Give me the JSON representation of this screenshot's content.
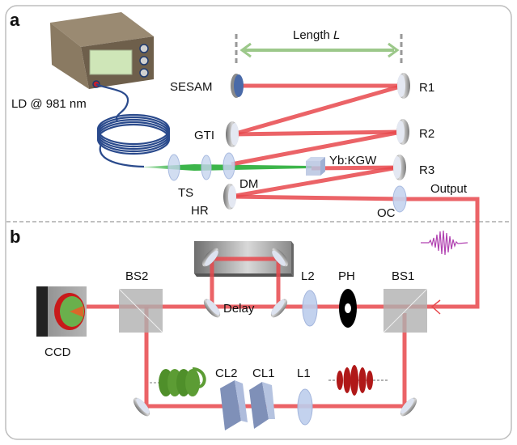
{
  "figure": {
    "panels": [
      {
        "id": "a",
        "label": "a"
      },
      {
        "id": "b",
        "label": "b"
      }
    ],
    "colors": {
      "laser_beam": "#e8484c",
      "pump_beam": "#3cb54a",
      "fiber": "#2a4a8c",
      "length_arrow": "#9cc88a",
      "box": "#7a6a55",
      "screen": "#cfe6b8",
      "pulse_purple": "#b040b0",
      "pulse_red": "#b01818",
      "spiral_green": "#4f8f2a"
    },
    "panel_a": {
      "length_label": "Length ",
      "length_symbol": "L",
      "source_label": "LD @ 981 nm",
      "components": {
        "sesam": "SESAM",
        "r1": "R1",
        "gti": "GTI",
        "r2": "R2",
        "yb_kgw": "Yb:KGW",
        "r3": "R3",
        "ts": "TS",
        "dm": "DM",
        "hr": "HR",
        "oc": "OC",
        "output": "Output"
      }
    },
    "panel_b": {
      "components": {
        "ccd": "CCD",
        "bs2": "BS2",
        "delay": "Delay",
        "l2": "L2",
        "ph": "PH",
        "bs1": "BS1",
        "cl2": "CL2",
        "cl1": "CL1",
        "l1": "L1"
      }
    }
  }
}
